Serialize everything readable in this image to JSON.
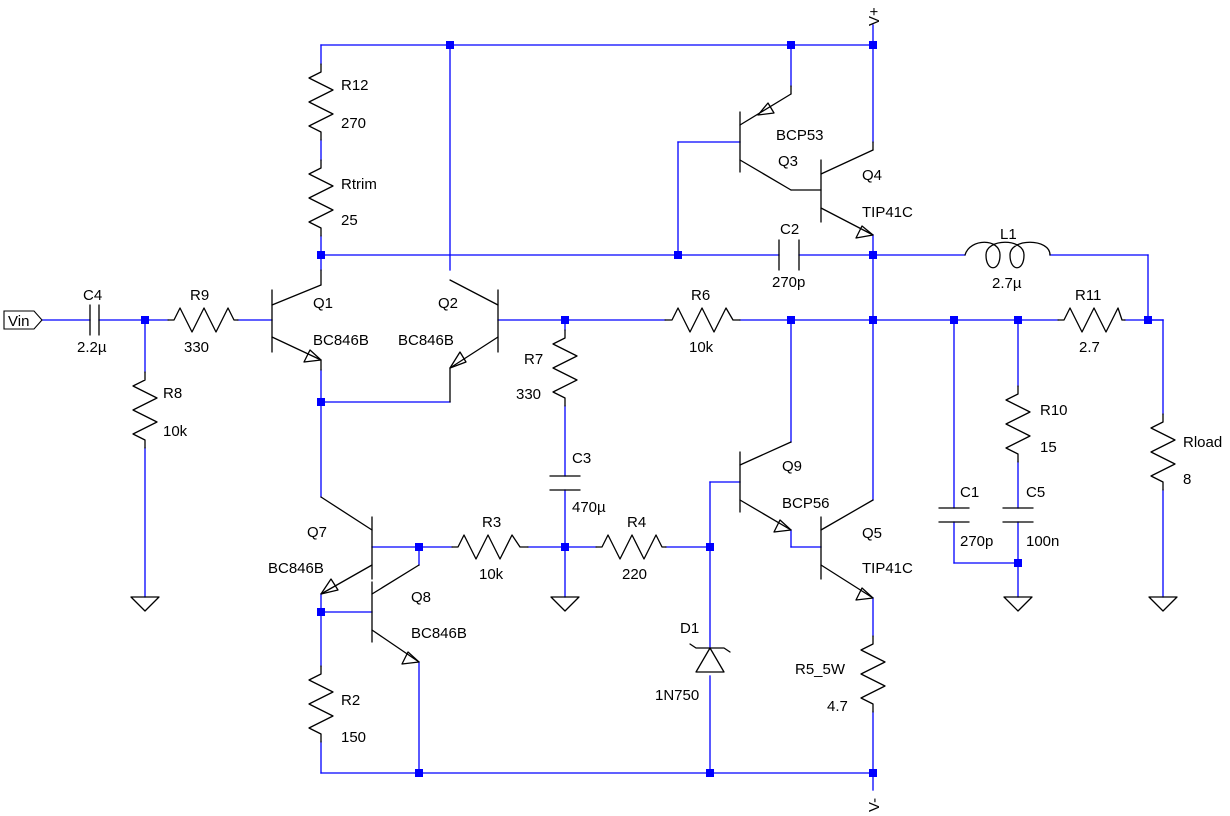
{
  "nets": {
    "vin": "Vin",
    "vplus": "V+",
    "vminus": "V-"
  },
  "components": {
    "C4": {
      "ref": "C4",
      "value": "2.2µ"
    },
    "R9": {
      "ref": "R9",
      "value": "330"
    },
    "R8": {
      "ref": "R8",
      "value": "10k"
    },
    "R12": {
      "ref": "R12",
      "value": "270"
    },
    "Rtrim": {
      "ref": "Rtrim",
      "value": "25"
    },
    "Q1": {
      "ref": "Q1",
      "value": "BC846B"
    },
    "Q2": {
      "ref": "Q2",
      "value": "BC846B"
    },
    "Q3": {
      "ref": "Q3",
      "value": "BCP53"
    },
    "Q4": {
      "ref": "Q4",
      "value": "TIP41C"
    },
    "C2": {
      "ref": "C2",
      "value": "270p"
    },
    "L1": {
      "ref": "L1",
      "value": "2.7µ"
    },
    "R6": {
      "ref": "R6",
      "value": "10k"
    },
    "R11": {
      "ref": "R11",
      "value": "2.7"
    },
    "R7": {
      "ref": "R7",
      "value": "330"
    },
    "C3": {
      "ref": "C3",
      "value": "470µ"
    },
    "R10": {
      "ref": "R10",
      "value": "15"
    },
    "C5": {
      "ref": "C5",
      "value": "100n"
    },
    "C1": {
      "ref": "C1",
      "value": "270p"
    },
    "Rload": {
      "ref": "Rload",
      "value": "8"
    },
    "Q9": {
      "ref": "Q9",
      "value": "BCP56"
    },
    "Q5": {
      "ref": "Q5",
      "value": "TIP41C"
    },
    "Q7": {
      "ref": "Q7",
      "value": "BC846B"
    },
    "Q8": {
      "ref": "Q8",
      "value": "BC846B"
    },
    "R3": {
      "ref": "R3",
      "value": "10k"
    },
    "R4": {
      "ref": "R4",
      "value": "220"
    },
    "D1": {
      "ref": "D1",
      "value": "1N750"
    },
    "R2": {
      "ref": "R2",
      "value": "150"
    },
    "R5": {
      "ref": "R5_5W",
      "value": "4.7"
    }
  }
}
